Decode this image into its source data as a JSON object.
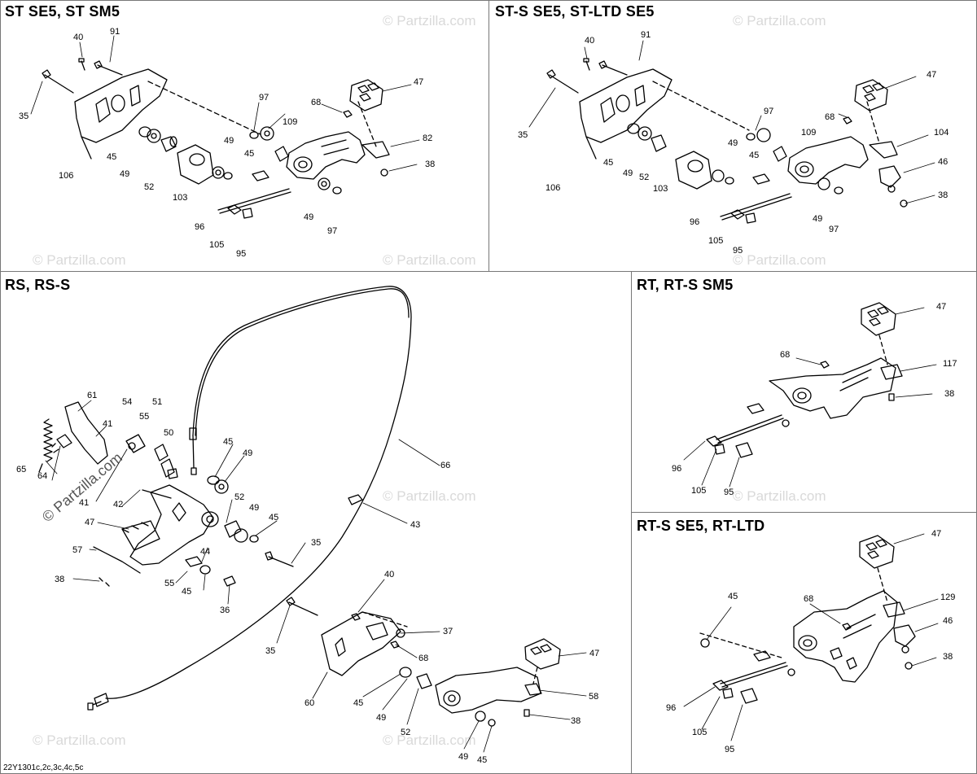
{
  "panels": {
    "p1": {
      "title": "ST SE5, ST SM5"
    },
    "p2": {
      "title": "ST-S SE5, ST-LTD SE5"
    },
    "p3": {
      "title": "RS, RS-S"
    },
    "p4": {
      "title": "RT, RT-S SM5"
    },
    "p5": {
      "title": "RT-S SE5, RT-LTD"
    }
  },
  "callouts": {
    "p1": [
      "40",
      "91",
      "35",
      "106",
      "45",
      "49",
      "52",
      "103",
      "97",
      "49",
      "45",
      "109",
      "68",
      "47",
      "82",
      "38",
      "49",
      "97",
      "96",
      "105",
      "95"
    ],
    "p2": [
      "40",
      "91",
      "35",
      "106",
      "45",
      "49",
      "52",
      "103",
      "97",
      "49",
      "45",
      "68",
      "109",
      "47",
      "104",
      "46",
      "38",
      "49",
      "97",
      "96",
      "105",
      "95"
    ],
    "p3": [
      "61",
      "41",
      "54",
      "55",
      "51",
      "50",
      "65",
      "64",
      "41",
      "42",
      "45",
      "49",
      "66",
      "52",
      "49",
      "45",
      "43",
      "47",
      "57",
      "44",
      "35",
      "38",
      "55",
      "45",
      "36",
      "40",
      "37",
      "35",
      "68",
      "47",
      "60",
      "45",
      "49",
      "58",
      "38",
      "52",
      "49",
      "45"
    ],
    "p4": [
      "47",
      "68",
      "117",
      "38",
      "96",
      "105",
      "95"
    ],
    "p5": [
      "47",
      "45",
      "68",
      "129",
      "46",
      "38",
      "96",
      "105",
      "95"
    ]
  },
  "watermark": {
    "text": "© Partzilla.com"
  },
  "footer": {
    "code": "22Y1301c,2c,3c,4c,5c"
  },
  "colors": {
    "line": "#000000",
    "border": "#777777",
    "watermark": "#d9d9d9"
  }
}
